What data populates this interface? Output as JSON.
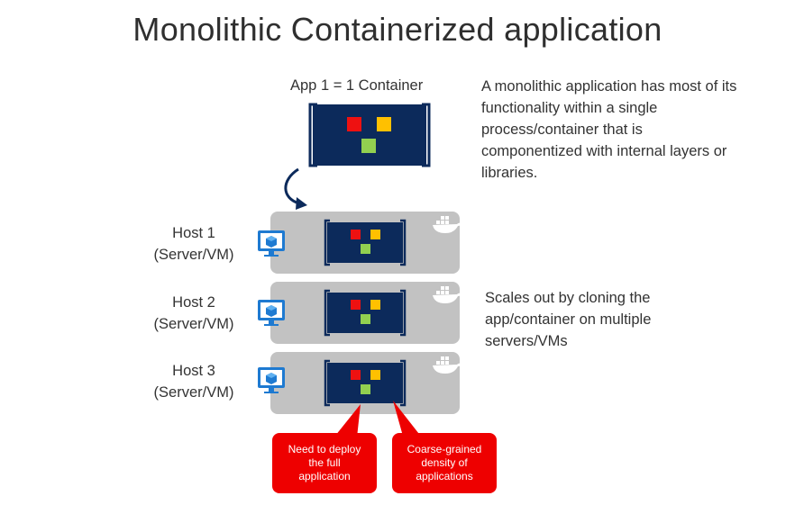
{
  "title": "Monolithic Containerized application",
  "top_label": "App 1 = 1 Container",
  "description": "A monolithic application has most of its functionality within a single  process/container that is componentized with internal layers or libraries.",
  "scale_text": "Scales out by cloning the app/container on multiple servers/VMs",
  "hosts": [
    {
      "name": "Host 1",
      "type": "(Server/VM)"
    },
    {
      "name": "Host 2",
      "type": "(Server/VM)"
    },
    {
      "name": "Host 3",
      "type": "(Server/VM)"
    }
  ],
  "callouts": [
    {
      "text": "Need to deploy the full application"
    },
    {
      "text": "Coarse-grained density of applications"
    }
  ],
  "colors": {
    "container_bg": "#0c2a5b",
    "block_red": "#ee1111",
    "block_yellow": "#ffc000",
    "block_green": "#92d050",
    "host_band": "#c2c2c2",
    "monitor_blue": "#1e7ad1",
    "callout_red": "#ee0000"
  },
  "icons": [
    "monitor-cube-icon",
    "docker-whale-icon",
    "curved-arrow-icon"
  ]
}
